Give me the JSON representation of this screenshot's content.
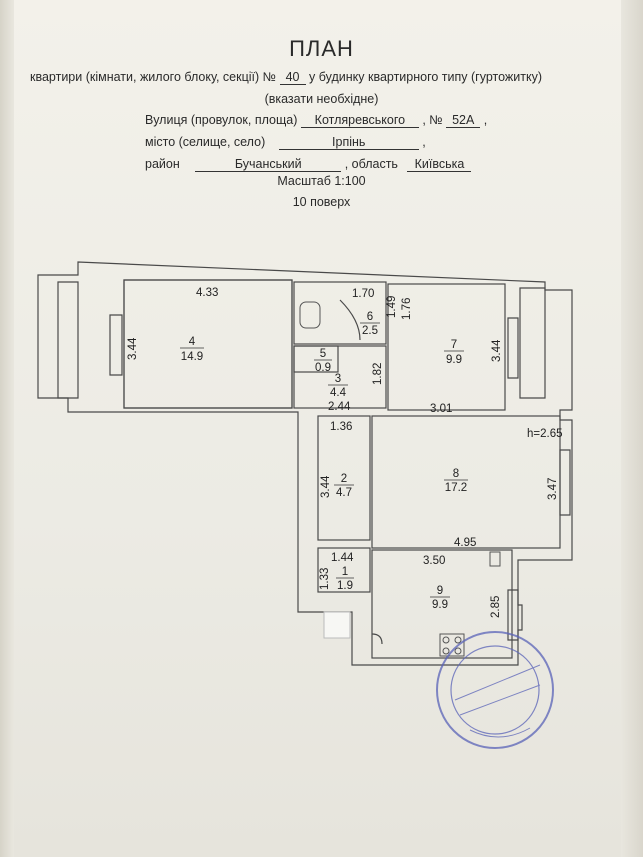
{
  "header": {
    "title": "ПЛАН",
    "line1_prefix": "квартири (кімнати, жилого блоку, секції) №",
    "apartment_no": "40",
    "line1_suffix": "у будинку квартирного типу (гуртожитку)",
    "line2": "(вказати необхідне)",
    "street_label": "Вулиця (провулок, площа)",
    "street_value": "Котляревського",
    "house_no_label": ", №",
    "house_no": "52А",
    "city_label": "місто (селище, село)",
    "city_value": "Ірпінь",
    "district_label": "район",
    "district_value": "Бучанський",
    "region_label": ", область",
    "region_value": "Київська",
    "scale": "Масштаб  1:100",
    "floor": "10 поверх"
  },
  "plan": {
    "ceiling_height": "h=2.65",
    "rooms": [
      {
        "no": "1",
        "area": "1.9"
      },
      {
        "no": "2",
        "area": "4.7"
      },
      {
        "no": "3",
        "area": "4.4"
      },
      {
        "no": "4",
        "area": "14.9"
      },
      {
        "no": "5",
        "area": "0.9"
      },
      {
        "no": "6",
        "area": "2.5"
      },
      {
        "no": "7",
        "area": "9.9"
      },
      {
        "no": "8",
        "area": "17.2"
      },
      {
        "no": "9",
        "area": "9.9"
      }
    ],
    "dimensions": {
      "r4_width": "4.33",
      "r4_height": "3.44",
      "r6_width": "1.70",
      "r6_height": "1.49",
      "r7_width": "3.01",
      "r7_height_a": "1.76",
      "r7_height_b": "3.44",
      "r3_width": "2.44",
      "r3_height": "1.82",
      "r2_width": "1.36",
      "r2_height": "3.44",
      "r8_width": "4.95",
      "r8_height": "3.47",
      "r1_width": "1.44",
      "r1_height": "1.33",
      "r9_width": "3.50",
      "r9_height": "2.85"
    }
  },
  "colors": {
    "ink": "#2a2a2a",
    "stamp": "#5a63b8",
    "paper": "#f0eee7"
  }
}
